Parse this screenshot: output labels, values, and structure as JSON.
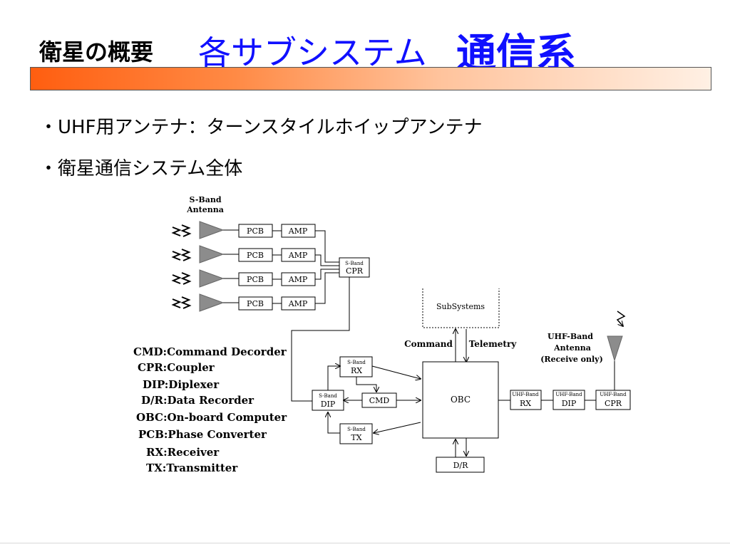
{
  "slide": {
    "title": "衛星の概要",
    "subtitle": "各サブシステム",
    "subtitle_emphasis": "通信系",
    "accent_color": "#1010ff",
    "bar_color_start": "#ff5e10",
    "bar_color_end": "#fff0e4"
  },
  "bullets": [
    "・UHF用アンテナ：ターンスタイルホイップアンテナ",
    "・衛星通信システム全体"
  ],
  "legend": [
    "CMD:Command Decorder",
    "CPR:Coupler",
    "DIP:Diplexer",
    "D/R:Data Recorder",
    "OBC:On-board Computer",
    "PCB:Phase Converter",
    "RX:Receiver",
    "TX:Transmitter"
  ],
  "diagram": {
    "s_band_antenna_line1": "S-Band",
    "s_band_antenna_line2": "Antenna",
    "pcb": "PCB",
    "amp": "AMP",
    "s_band_cpr_small": "S-Band",
    "s_band_cpr": "CPR",
    "subsystems": "SubSystems",
    "command": "Command",
    "telemetry": "Telemetry",
    "s_band_rx_small": "S-Band",
    "s_band_rx": "RX",
    "s_band_dip_small": "S-Band",
    "s_band_dip": "DIP",
    "cmd": "CMD",
    "s_band_tx_small": "S-Band",
    "s_band_tx": "TX",
    "obc": "OBC",
    "dr": "D/R",
    "uhf_rx_small": "UHF-Band",
    "uhf_rx": "RX",
    "uhf_dip_small": "UHF-Band",
    "uhf_dip": "DIP",
    "uhf_cpr_small": "UHF-Band",
    "uhf_cpr": "CPR",
    "uhf_antenna_line1": "UHF-Band",
    "uhf_antenna_line2": "Antenna",
    "uhf_antenna_line3": "(Receive only)"
  }
}
